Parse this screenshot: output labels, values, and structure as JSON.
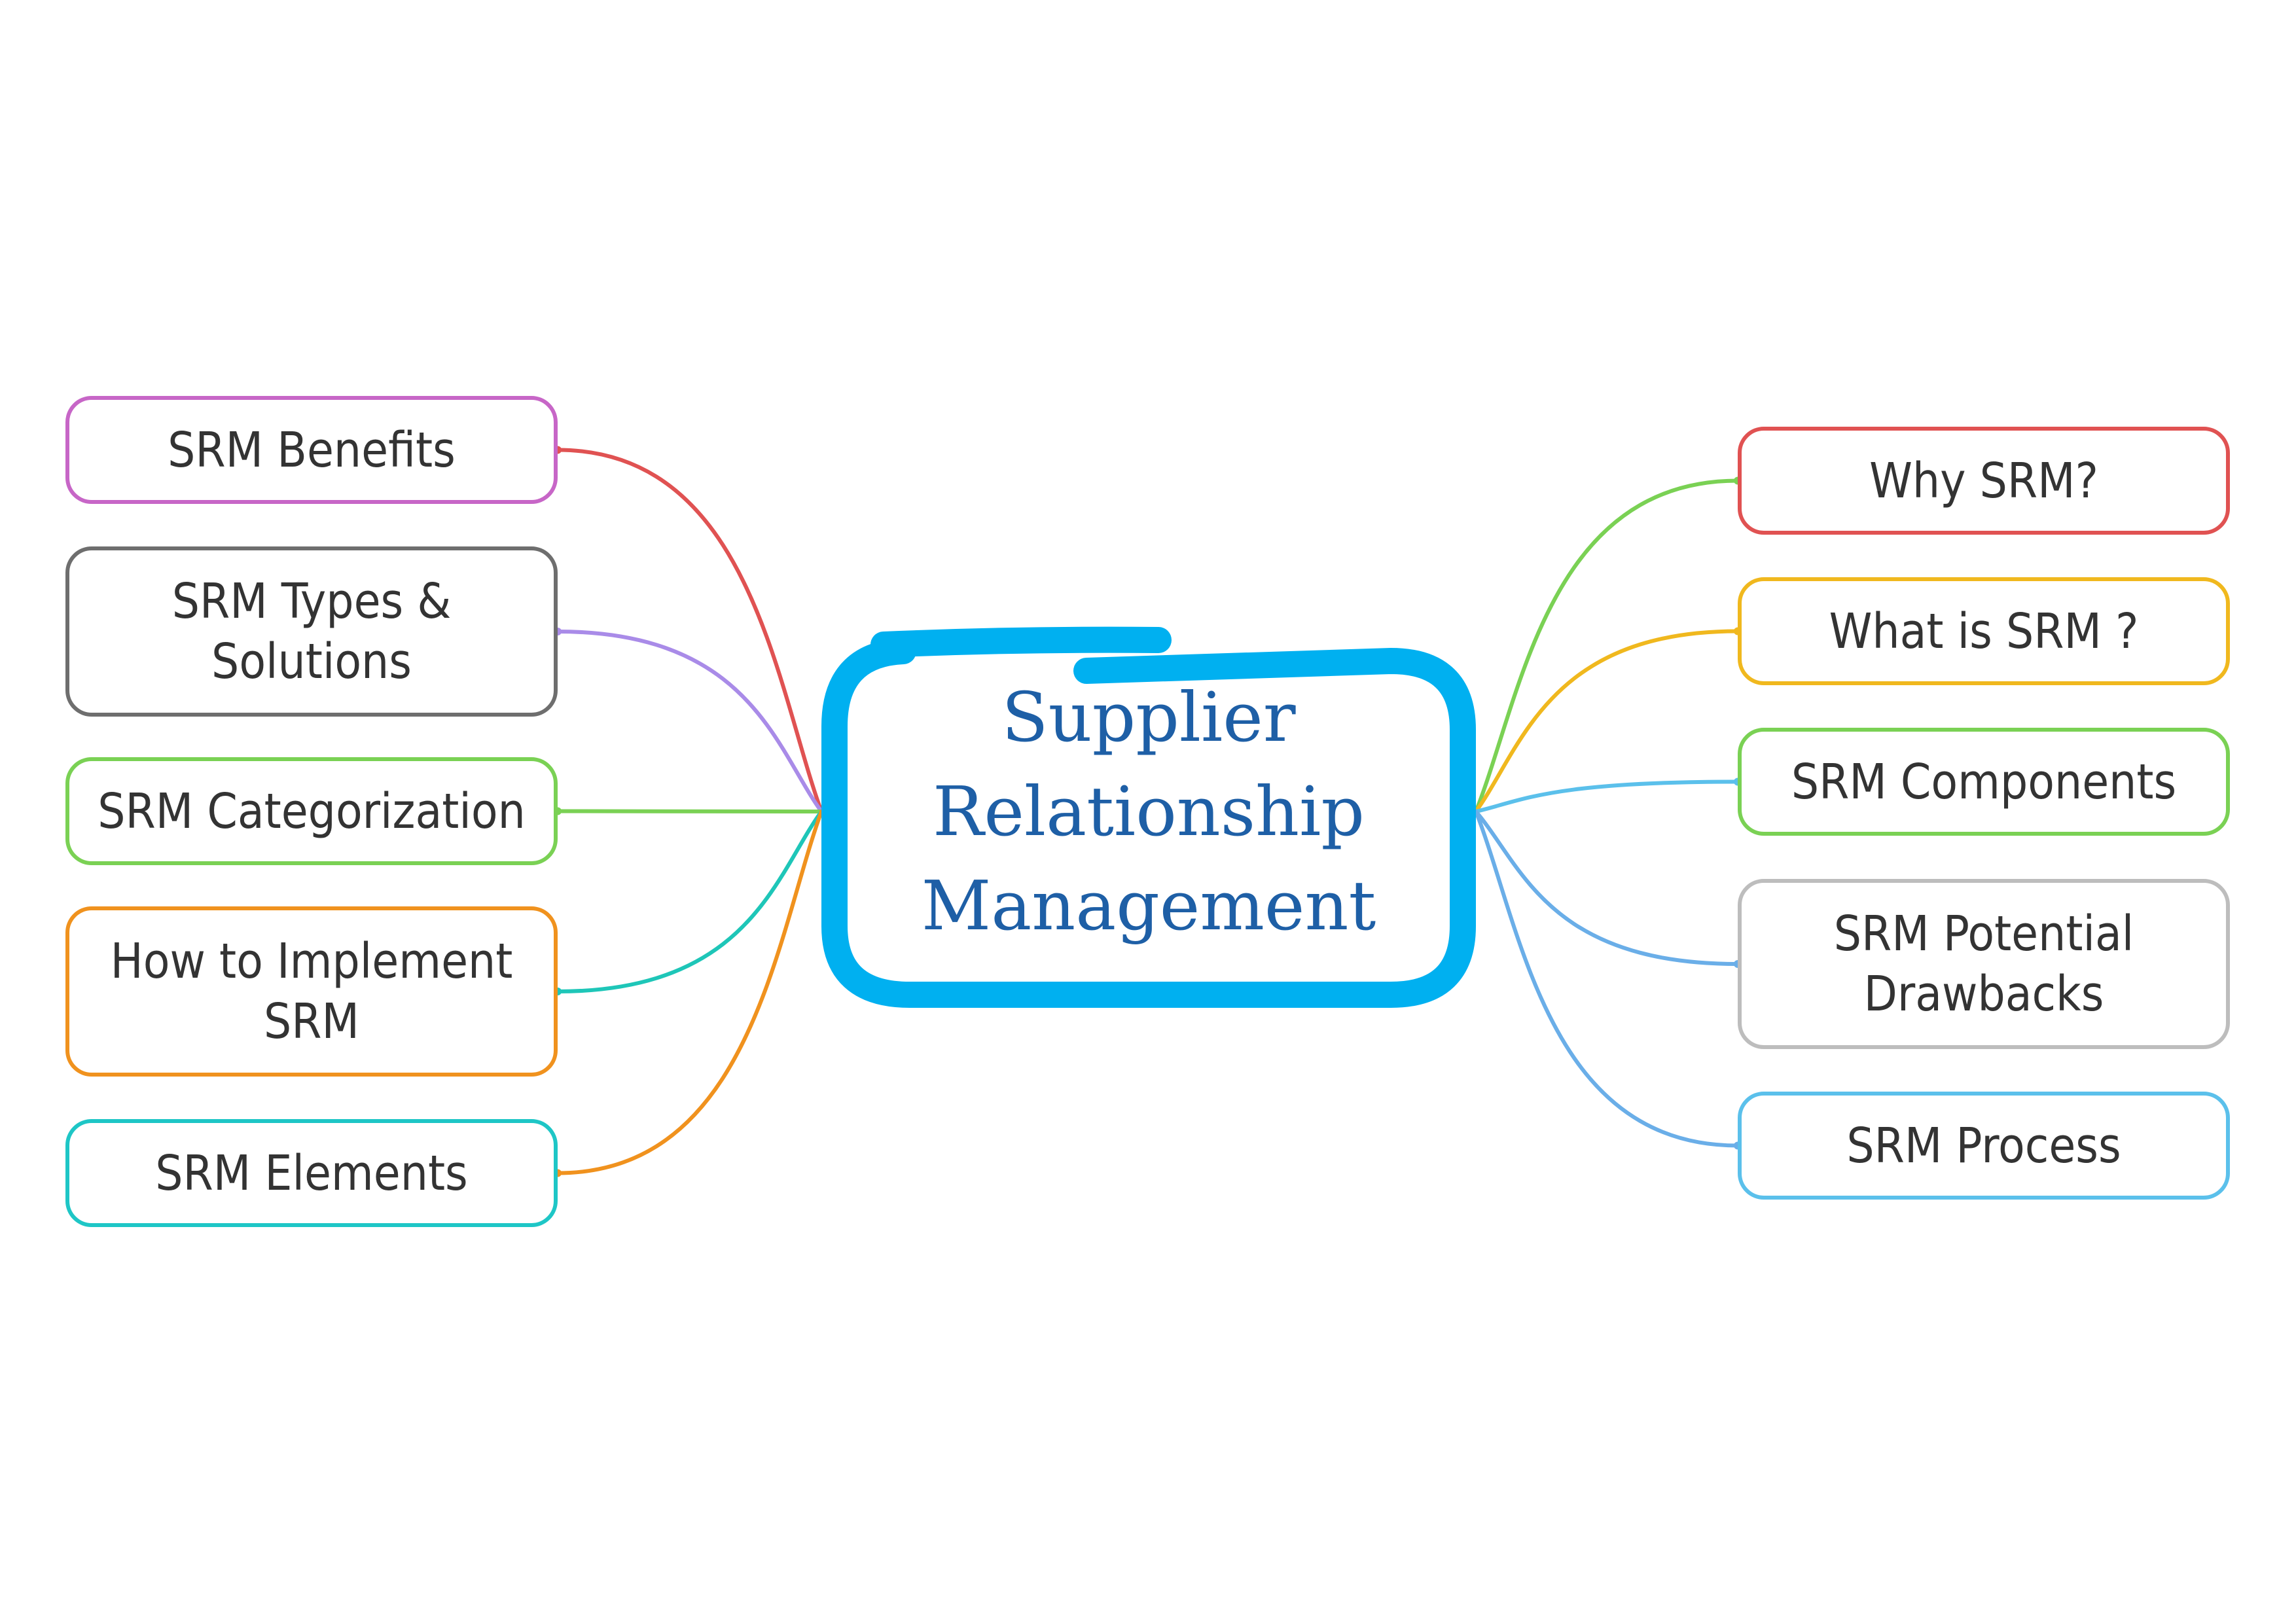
{
  "central": {
    "title": "Supplier\nRelationship\nManagement",
    "color": "#00b0f0",
    "text_color": "#1e5fa6"
  },
  "left_branches": [
    {
      "label": "SRM Benefits",
      "border": "#c766c7",
      "line": "#e05252"
    },
    {
      "label": "SRM Types & Solutions",
      "border": "#6e6e6e",
      "line": "#a98be8"
    },
    {
      "label": "SRM Categorization",
      "border": "#7ad154",
      "line": "#7ad154"
    },
    {
      "label": "How to Implement SRM",
      "border": "#f0921e",
      "line": "#1ec6b8"
    },
    {
      "label": "SRM Elements",
      "border": "#1ec6c6",
      "line": "#f0921e"
    }
  ],
  "right_branches": [
    {
      "label": "Why SRM?",
      "border": "#e05252",
      "line": "#7ad154"
    },
    {
      "label": "What is SRM ?",
      "border": "#f0b81e",
      "line": "#f0b81e"
    },
    {
      "label": "SRM Components",
      "border": "#7ad154",
      "line": "#5bc0eb"
    },
    {
      "label": "SRM Potential Drawbacks",
      "border": "#bdbdbd",
      "line": "#6aaee8"
    },
    {
      "label": "SRM Process",
      "border": "#5bc0eb",
      "line": "#6aaee8"
    }
  ]
}
